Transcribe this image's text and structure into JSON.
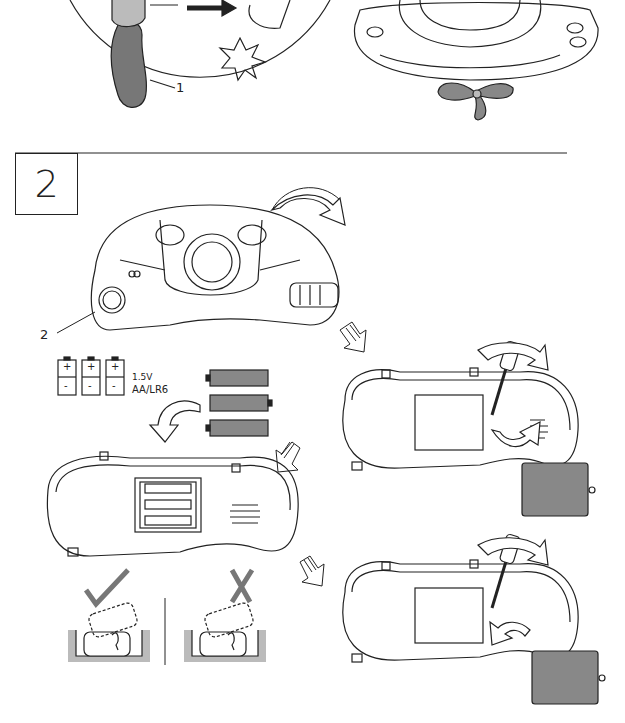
{
  "diagram": {
    "nodes": [
      {
        "text": [
          "2"
        ]
      }
    ],
    "labels": [
      "1",
      "2",
      "+",
      "-",
      "+",
      "-",
      "+",
      "-",
      "1.5V",
      "AA/LR6"
    ]
  }
}
